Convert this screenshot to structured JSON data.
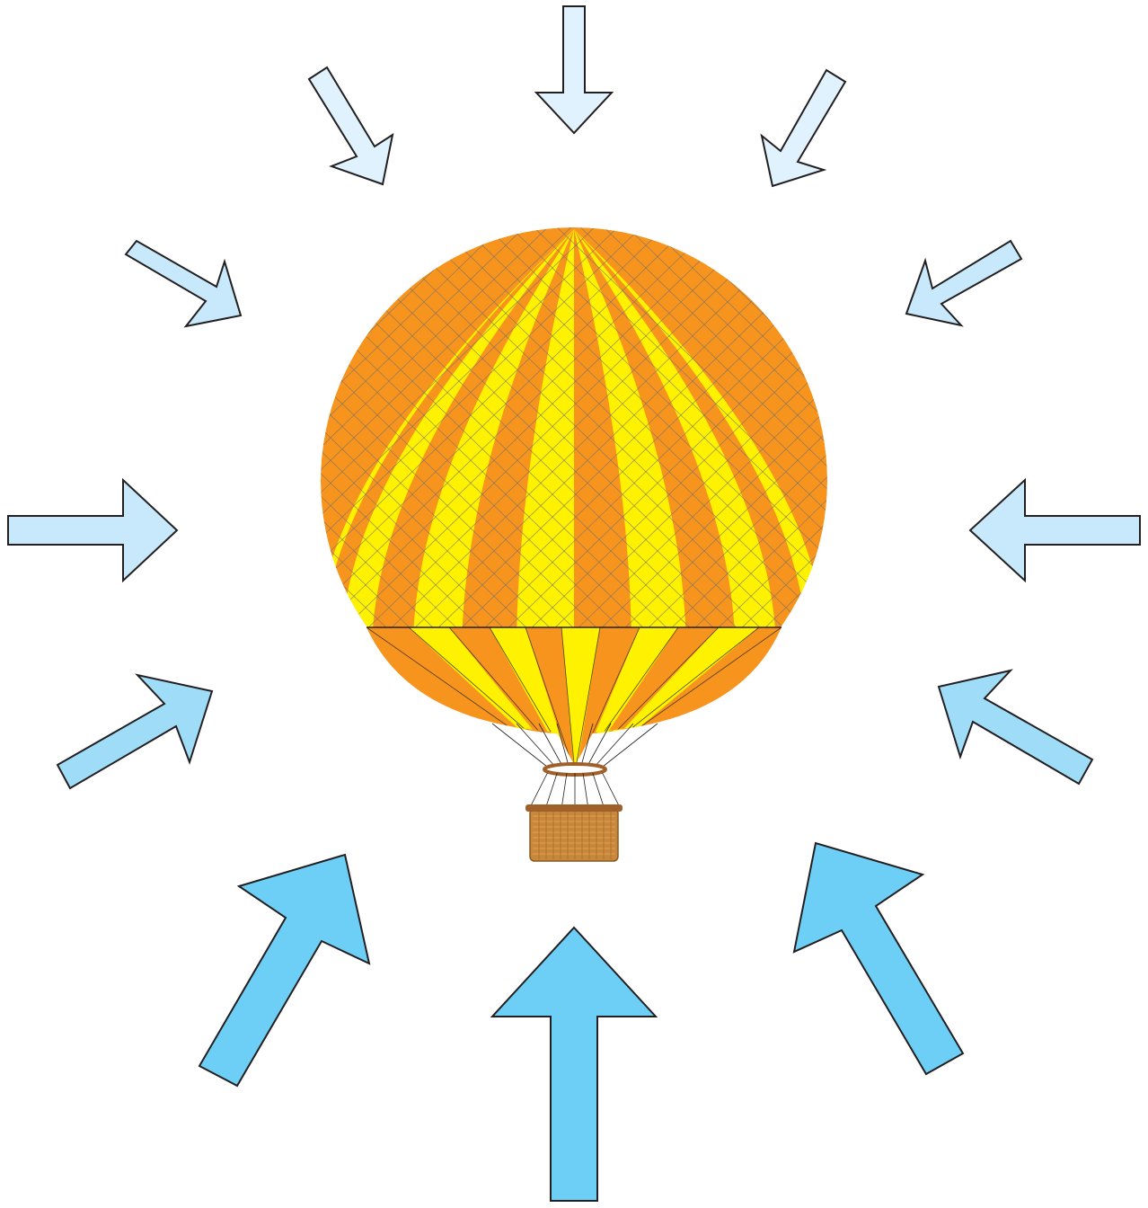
{
  "colors": {
    "background": "#ffffff",
    "balloon_orange": "#f7941d",
    "balloon_yellow": "#fff200",
    "net_line": "#6d6e71",
    "outline": "#231f20",
    "basket": "#c8873b",
    "basket_rim": "#a0602a",
    "arrow_palest": "#dff2fd",
    "arrow_pale": "#c7e9fb",
    "arrow_medium": "#9edcf7",
    "arrow_strong": "#6dcff6"
  },
  "balloon": {
    "stripe_count": 14,
    "has_net": true,
    "has_basket": true
  },
  "arrows": [
    {
      "id": "top",
      "pointing": "inward",
      "strength": "weak"
    },
    {
      "id": "top-left",
      "pointing": "inward",
      "strength": "weak"
    },
    {
      "id": "top-right",
      "pointing": "inward",
      "strength": "weak"
    },
    {
      "id": "upper-left",
      "pointing": "inward",
      "strength": "weak"
    },
    {
      "id": "upper-right",
      "pointing": "inward",
      "strength": "weak"
    },
    {
      "id": "left",
      "pointing": "inward",
      "strength": "moderate"
    },
    {
      "id": "right",
      "pointing": "inward",
      "strength": "moderate"
    },
    {
      "id": "lower-left",
      "pointing": "inward",
      "strength": "medium"
    },
    {
      "id": "lower-right",
      "pointing": "inward",
      "strength": "medium"
    },
    {
      "id": "bottom-left",
      "pointing": "inward",
      "strength": "strong"
    },
    {
      "id": "bottom-right",
      "pointing": "inward",
      "strength": "strong"
    },
    {
      "id": "bottom",
      "pointing": "inward",
      "strength": "strong"
    }
  ]
}
